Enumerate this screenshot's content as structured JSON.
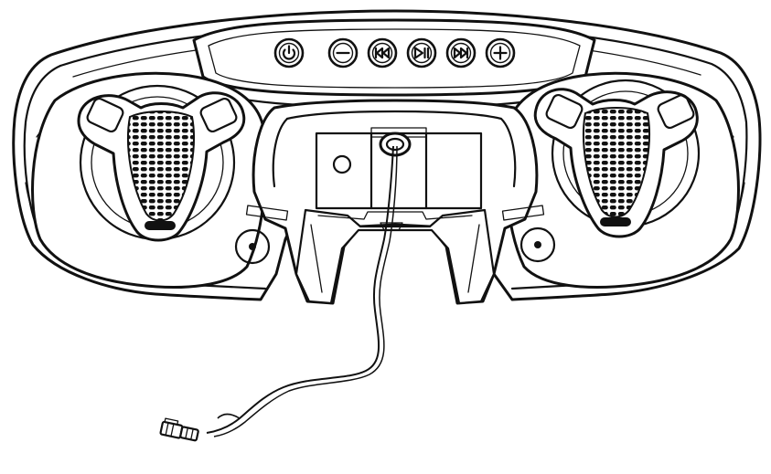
{
  "diagram": {
    "subject": "fairing-speaker-console",
    "style": "black-line-drawing",
    "background_color": "#ffffff",
    "line_color": "#111111",
    "buttons": [
      {
        "id": "power",
        "icon": "power-icon"
      },
      {
        "id": "volume-down",
        "icon": "minus-icon"
      },
      {
        "id": "previous-track",
        "icon": "skip-back-icon"
      },
      {
        "id": "play-pause",
        "icon": "play-pause-icon"
      },
      {
        "id": "next-track",
        "icon": "skip-forward-icon"
      },
      {
        "id": "volume-up",
        "icon": "plus-icon"
      }
    ]
  }
}
